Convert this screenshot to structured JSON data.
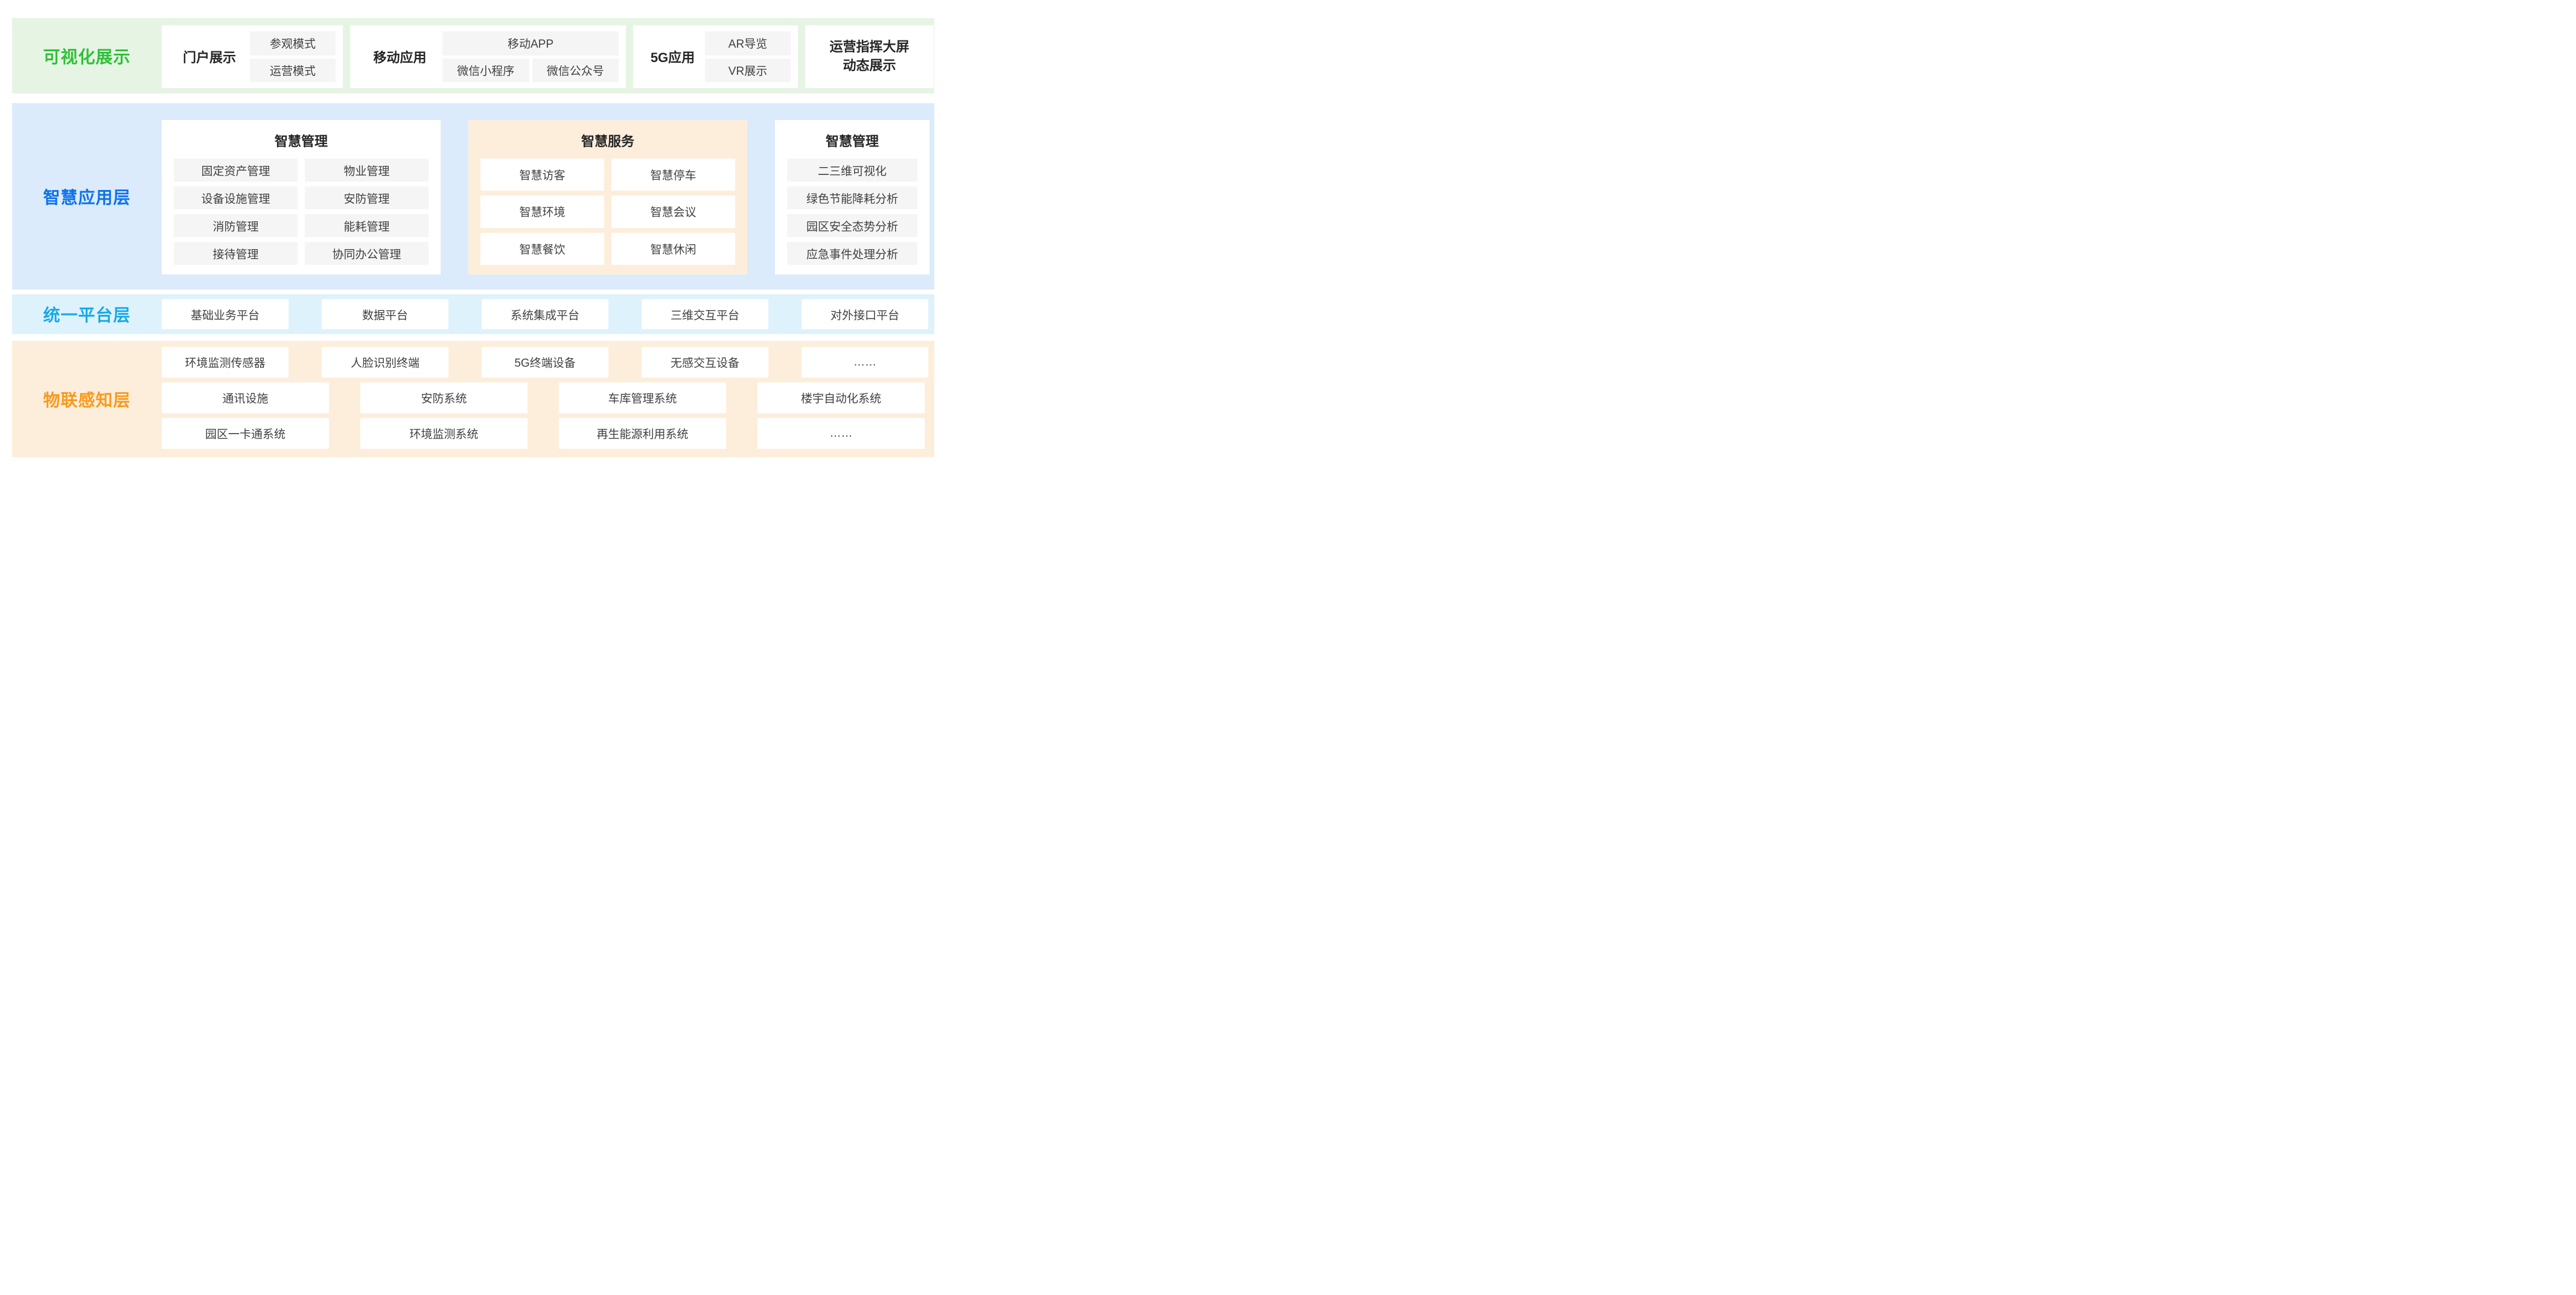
{
  "colors": {
    "visual_label_green": "#2ec138",
    "app_label_blue": "#0d72ee",
    "platform_label_cyan": "#18a9e9",
    "iot_label_orange": "#f89a1c",
    "visual_band_bg": "#e6f4e4",
    "app_band_bg": "#dcebfb",
    "platform_band_bg": "#def2fc",
    "iot_band_bg": "#fdeedc",
    "service_card_bg": "#fdeedc",
    "chip_gray_bg": "#f4f5f4",
    "card_white_bg": "#ffffff"
  },
  "bands": [
    {
      "label": "可视化展示",
      "cards": [
        {
          "label": "门户展示",
          "items": [
            "参观模式",
            "运营模式"
          ]
        },
        {
          "label": "移动应用",
          "items": [
            "移动APP",
            "微信小程序",
            "微信公众号"
          ]
        },
        {
          "label": "5G应用",
          "items": [
            "AR导览",
            "VR展示"
          ]
        },
        {
          "lines": [
            "运营指挥大屏",
            "动态展示"
          ]
        }
      ]
    },
    {
      "label": "智慧应用层",
      "cards": [
        {
          "title": "智慧管理",
          "items": [
            "固定资产管理",
            "物业管理",
            "设备设施管理",
            "安防管理",
            "消防管理",
            "能耗管理",
            "接待管理",
            "协同办公管理"
          ]
        },
        {
          "title": "智慧服务",
          "items": [
            "智慧访客",
            "智慧停车",
            "智慧环境",
            "智慧会议",
            "智慧餐饮",
            "智慧休闲"
          ]
        },
        {
          "title": "智慧管理",
          "items": [
            "二三维可视化",
            "绿色节能降耗分析",
            "园区安全态势分析",
            "应急事件处理分析"
          ]
        }
      ]
    },
    {
      "label": "统一平台层",
      "items": [
        "基础业务平台",
        "数据平台",
        "系统集成平台",
        "三维交互平台",
        "对外接口平台"
      ]
    },
    {
      "label": "物联感知层",
      "rows": [
        [
          "环境监测传感器",
          "人脸识别终端",
          "5G终端设备",
          "无感交互设备",
          "……"
        ],
        [
          "通讯设施",
          "安防系统",
          "车库管理系统",
          "楼宇自动化系统"
        ],
        [
          "园区一卡通系统",
          "环境监测系统",
          "再生能源利用系统",
          "……"
        ]
      ]
    }
  ]
}
